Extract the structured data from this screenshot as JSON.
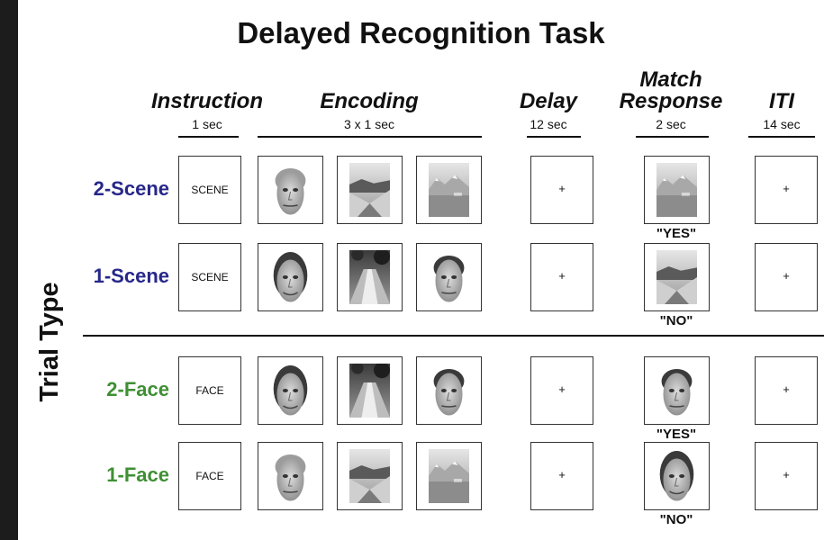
{
  "title": "Delayed Recognition Task",
  "colors": {
    "scene_label": "#27278a",
    "face_label": "#3f8f35"
  },
  "columns": [
    {
      "key": "instruction",
      "lines": [
        "Instruction"
      ],
      "duration": "1 sec"
    },
    {
      "key": "encoding",
      "lines": [
        "Encoding"
      ],
      "duration": "3 x 1 sec"
    },
    {
      "key": "delay",
      "lines": [
        "Delay"
      ],
      "duration": "12 sec"
    },
    {
      "key": "match",
      "lines": [
        "Match",
        "Response"
      ],
      "duration": "2 sec"
    },
    {
      "key": "iti",
      "lines": [
        "ITI"
      ],
      "duration": "14 sec"
    }
  ],
  "axis_label": "Trial Type",
  "rows": [
    {
      "label": "2-Scene",
      "color": "#27278a",
      "instruction": "SCENE",
      "stimuli": [
        "face-male-blond",
        "scene-mountain-valley",
        "scene-snowy-peaks"
      ],
      "delay": "+",
      "probe": "scene-snowy-peaks",
      "response": "\"YES\"",
      "iti": "+"
    },
    {
      "label": "1-Scene",
      "color": "#27278a",
      "instruction": "SCENE",
      "stimuli": [
        "face-female-smiling",
        "scene-river-trees",
        "face-male-dark-hair"
      ],
      "delay": "+",
      "probe": "scene-mountain-valley",
      "response": "\"NO\"",
      "iti": "+"
    },
    {
      "label": "2-Face",
      "color": "#3f8f35",
      "instruction": "FACE",
      "stimuli": [
        "face-female-smiling",
        "scene-river-trees",
        "face-male-dark-hair"
      ],
      "delay": "+",
      "probe": "face-male-dark-hair",
      "response": "\"YES\"",
      "iti": "+"
    },
    {
      "label": "1-Face",
      "color": "#3f8f35",
      "instruction": "FACE",
      "stimuli": [
        "face-male-blond",
        "scene-mountain-valley",
        "scene-snowy-peaks"
      ],
      "delay": "+",
      "probe": "face-female-smiling",
      "response": "\"NO\"",
      "iti": "+"
    }
  ]
}
